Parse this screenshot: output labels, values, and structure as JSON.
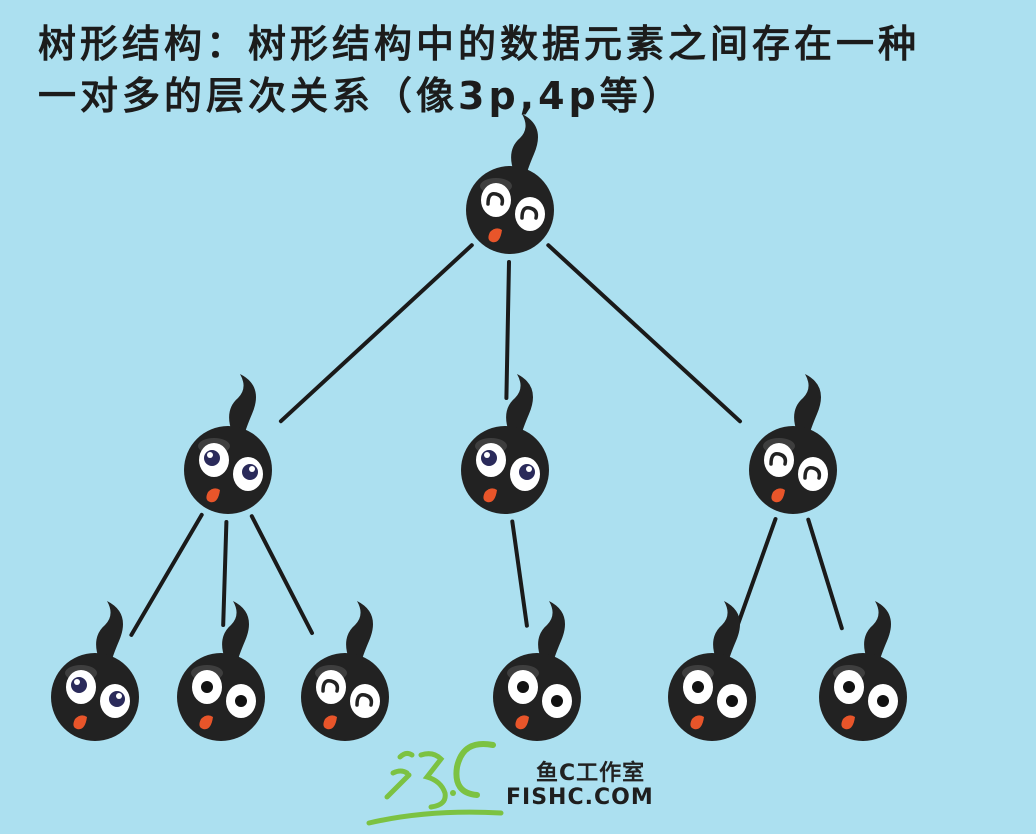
{
  "caption": {
    "line1": "树形结构：树形结构中的数据元素之间存在一种",
    "line2": "一对多的层次关系（像3p,4p等）"
  },
  "tree": {
    "root": {
      "face": "squint",
      "children": [
        {
          "face": "wide-eyed",
          "children": [
            {
              "face": "wide-eyed"
            },
            {
              "face": "plain"
            },
            {
              "face": "squint"
            }
          ]
        },
        {
          "face": "wide-eyed",
          "children": [
            {
              "face": "plain"
            }
          ]
        },
        {
          "face": "squint",
          "children": [
            {
              "face": "plain"
            },
            {
              "face": "plain"
            }
          ]
        }
      ]
    },
    "node_color": "#222222",
    "edge_color": "#1a1a1a"
  },
  "logo": {
    "brand_cn": "鱼C工作室",
    "brand_en": "FISHC.COM",
    "mark_icon": "fishc-handwritten-logo-icon",
    "accent": "#7cc242"
  }
}
